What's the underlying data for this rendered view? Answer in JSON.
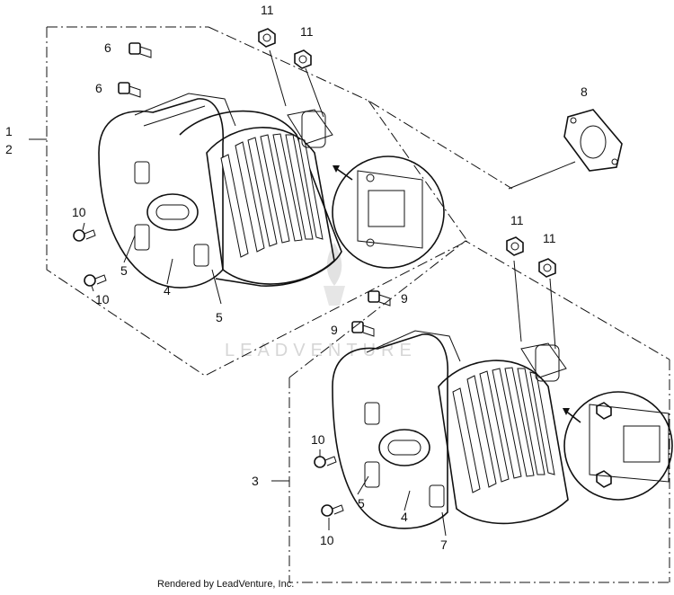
{
  "callouts": {
    "c1": "1",
    "c2": "2",
    "c3": "3",
    "c4a": "4",
    "c4b": "4",
    "c5a": "5",
    "c5b": "5",
    "c5c": "5",
    "c6a": "6",
    "c6b": "6",
    "c7": "7",
    "c8": "8",
    "c9a": "9",
    "c9b": "9",
    "c10a": "10",
    "c10b": "10",
    "c10c": "10",
    "c10d": "10",
    "c11a": "11",
    "c11b": "11",
    "c11c": "11",
    "c11d": "11"
  },
  "watermark": "LEADVENTURE",
  "footer": "Rendered by LeadVenture, Inc."
}
